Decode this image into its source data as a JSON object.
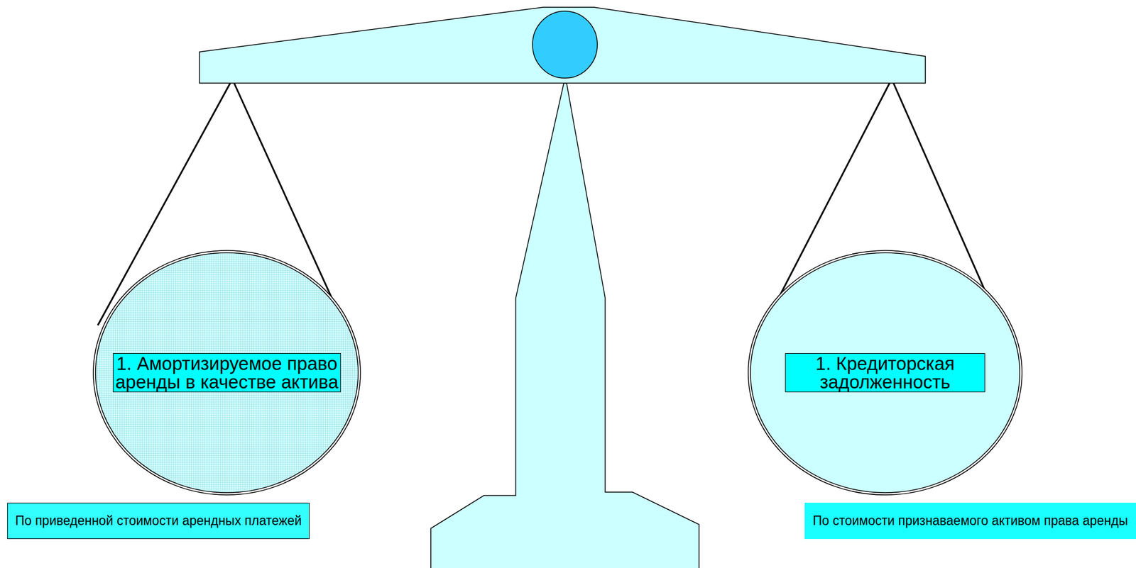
{
  "diagram": {
    "nodes": [
      {
        "text": [
          "1. Амортизируемое право аренды в качестве актива"
        ]
      },
      {
        "text": [
          "1. Кредиторская задолженность"
        ]
      },
      {
        "text": [
          "По приведенной стоимости арендных платежей"
        ]
      },
      {
        "text": [
          "По стоимости признаваемого активом права аренды"
        ]
      }
    ]
  }
}
